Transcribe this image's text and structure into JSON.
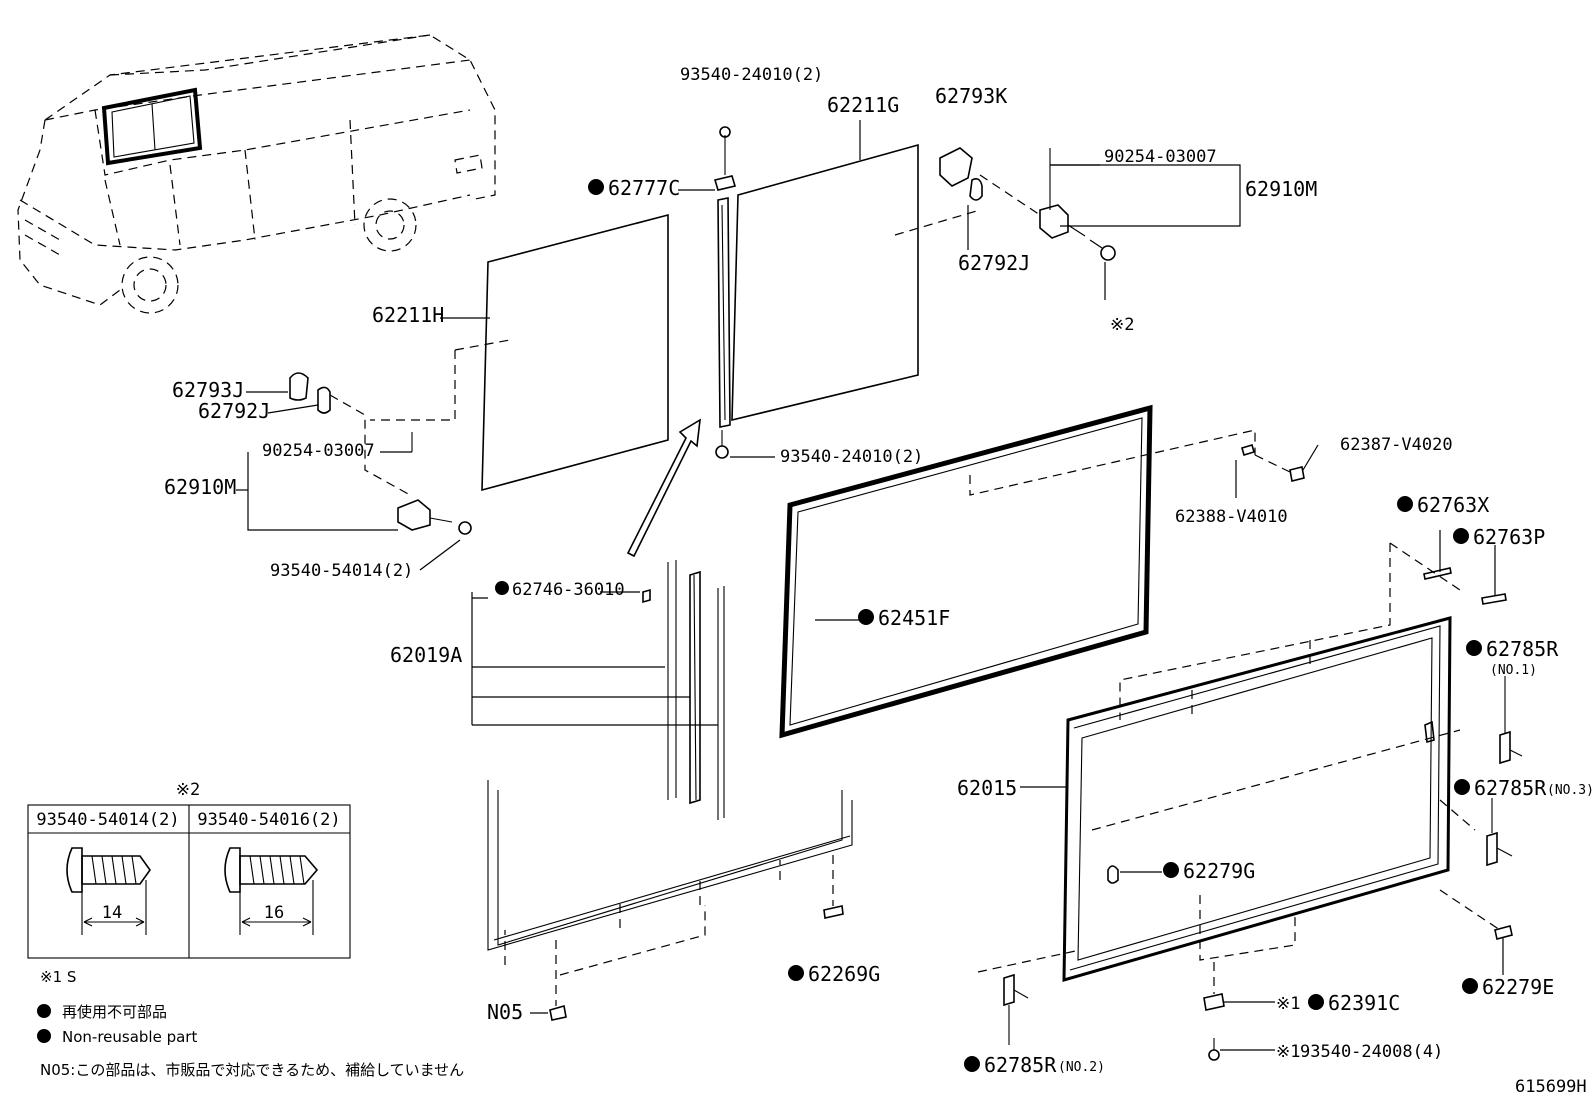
{
  "labels": {
    "p93540_24010_top": "93540-24010(2)",
    "p62211G": "62211G",
    "p62793K": "62793K",
    "p62777C": "62777C",
    "p90254_right": "90254-03007",
    "p62910M_right": "62910M",
    "p62792J_right": "62792J",
    "note2_right": "※2",
    "p62211H": "62211H",
    "p62793J": "62793J",
    "p62792J_left": "62792J",
    "p90254_left": "90254-03007",
    "p62910M_left": "62910M",
    "p93540_54014": "93540-54014(2)",
    "p93540_24010_bot": "93540-24010(2)",
    "p62387": "62387-V4020",
    "p62388": "62388-V4010",
    "p62763X": "62763X",
    "p62763P": "62763P",
    "p62746": "62746-36010",
    "p62019A": "62019A",
    "p62451F": "62451F",
    "p62785R_1": "62785R",
    "p62785R_1_sub": "(NO.1)",
    "p62015": "62015",
    "p62785R_3": "62785R",
    "p62785R_3_sub": "(NO.3)",
    "p62279G": "62279G",
    "p62269G": "62269G",
    "p62279E": "62279E",
    "pN05": "N05",
    "p62391C_mark": "※1",
    "p62391C": "62391C",
    "p62785R_2": "62785R",
    "p62785R_2_sub": "(NO.2)",
    "p93540_24008_mark": "※1",
    "p93540_24008": "93540-24008(4)",
    "diagram_id": "615699H"
  },
  "screw_table": {
    "mark": "※2",
    "left_header": "93540-54014(2)",
    "right_header": "93540-54016(2)",
    "left_length": "14",
    "right_length": "16"
  },
  "legend": {
    "note1": "※1 S",
    "jp": "再使用不可部品",
    "en": "Non-reusable part",
    "n05": "N05:この部品は、市販品で対応できるため、補給していません"
  }
}
